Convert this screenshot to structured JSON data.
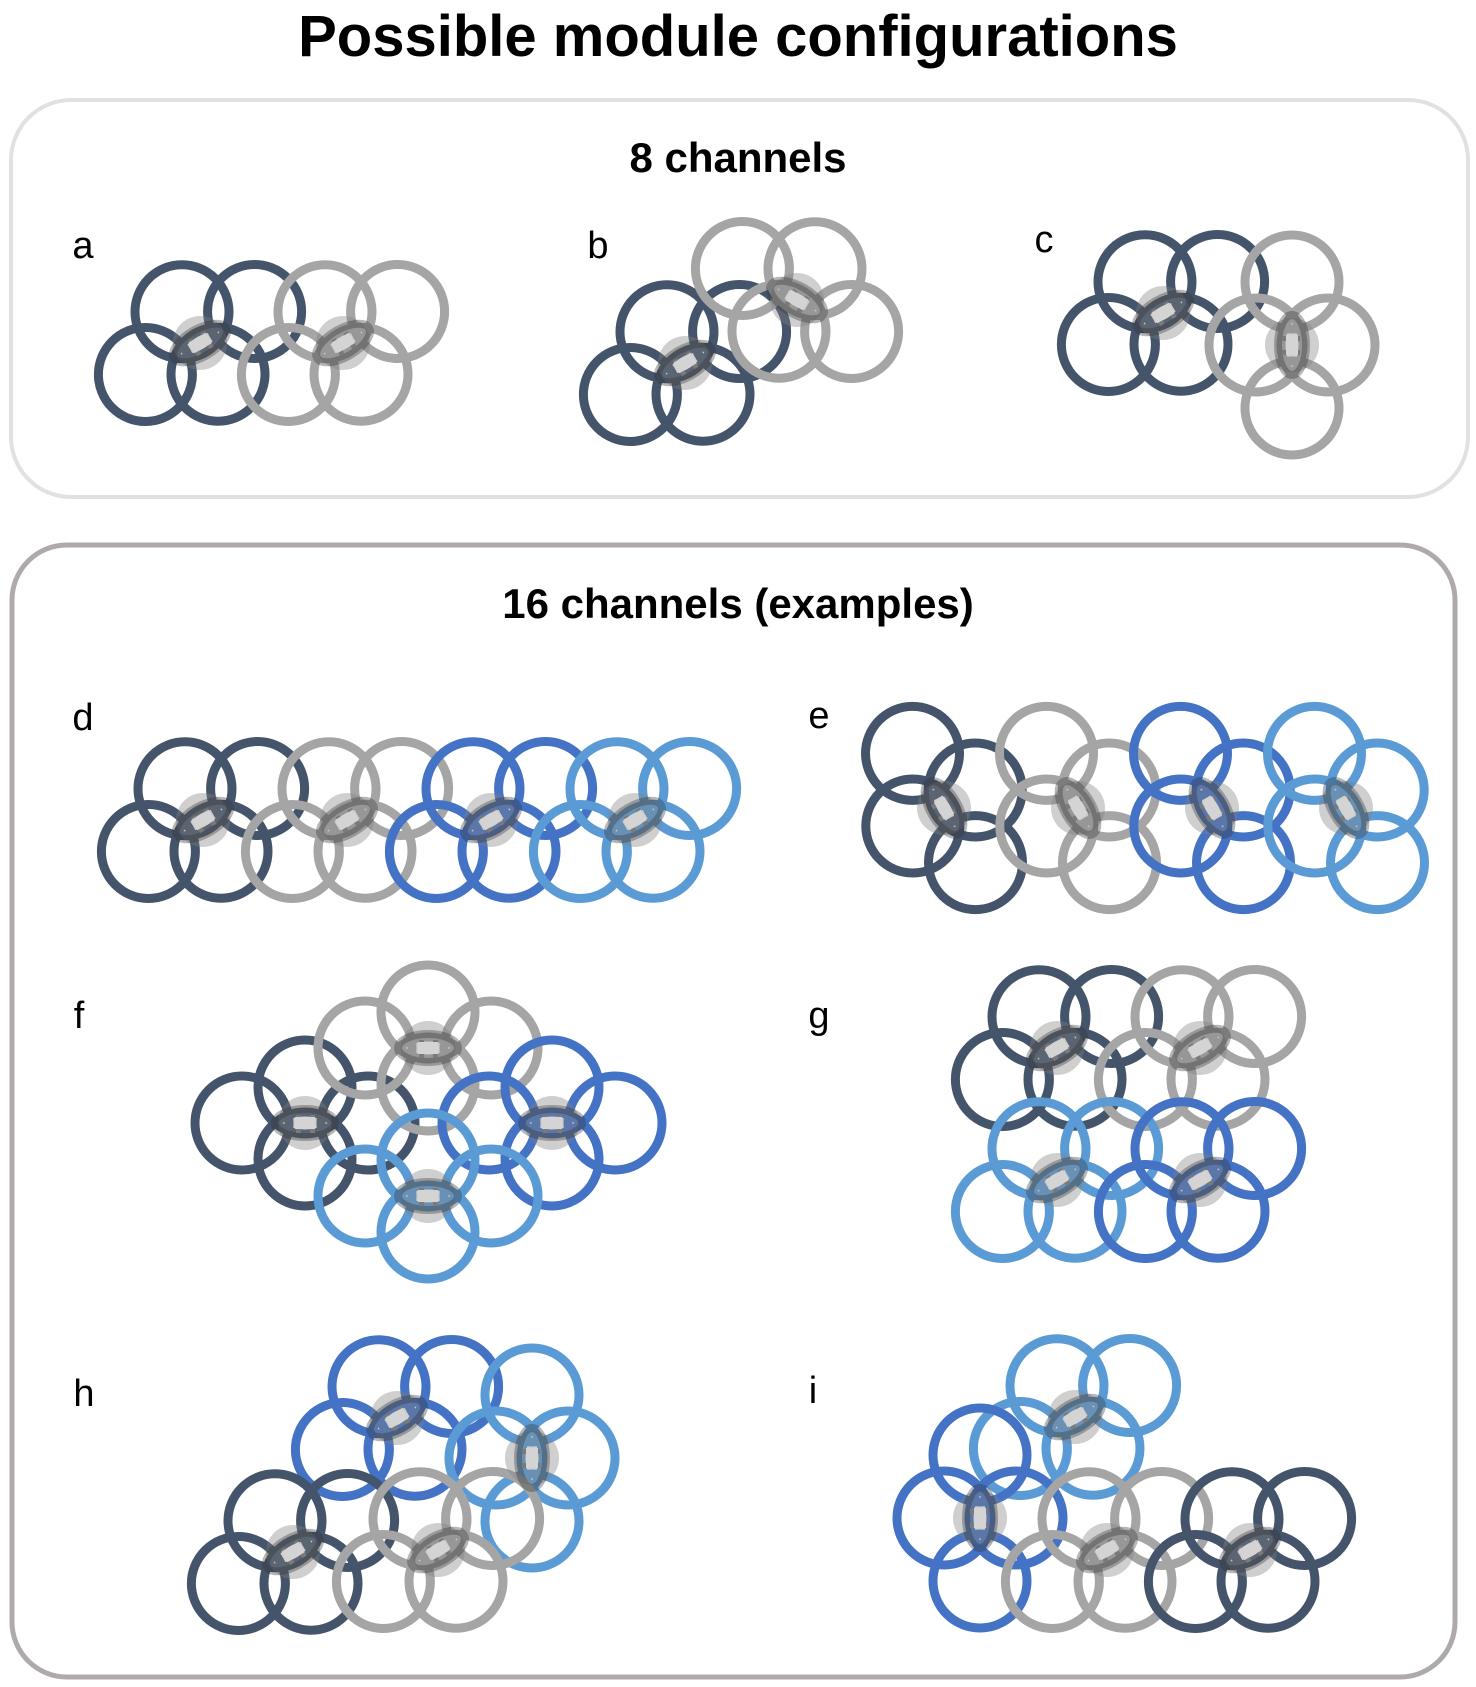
{
  "title": "Possible module configurations",
  "colors": {
    "dark": "#44546A",
    "gray": "#A5A5A5",
    "blue": "#4472C4",
    "lightblue": "#5B9BD5"
  },
  "groups": [
    {
      "id": "eight",
      "title": "8 channels",
      "configs": [
        {
          "label": "a",
          "modules": [
            {
              "color": "dark",
              "angle": -30
            },
            {
              "color": "gray",
              "angle": -30
            }
          ]
        },
        {
          "label": "b",
          "modules": [
            {
              "color": "dark",
              "angle": -30
            },
            {
              "color": "gray",
              "angle": 30
            }
          ]
        },
        {
          "label": "c",
          "modules": [
            {
              "color": "dark",
              "angle": -30
            },
            {
              "color": "gray",
              "angle": 90
            }
          ]
        }
      ]
    },
    {
      "id": "sixteen",
      "title": "16 channels (examples)",
      "configs": [
        {
          "label": "d",
          "modules": [
            {
              "color": "dark",
              "angle": -30
            },
            {
              "color": "gray",
              "angle": -30
            },
            {
              "color": "blue",
              "angle": -30
            },
            {
              "color": "lightblue",
              "angle": -30
            }
          ]
        },
        {
          "label": "e",
          "modules": [
            {
              "color": "dark",
              "angle": 60
            },
            {
              "color": "gray",
              "angle": 60
            },
            {
              "color": "blue",
              "angle": 60
            },
            {
              "color": "lightblue",
              "angle": 60
            }
          ]
        },
        {
          "label": "f",
          "modules": [
            {
              "color": "dark",
              "angle": 0
            },
            {
              "color": "gray",
              "angle": 0
            },
            {
              "color": "blue",
              "angle": 0
            },
            {
              "color": "lightblue",
              "angle": 0
            }
          ]
        },
        {
          "label": "g",
          "modules": [
            {
              "color": "dark",
              "angle": -30
            },
            {
              "color": "gray",
              "angle": -30
            },
            {
              "color": "lightblue",
              "angle": -30
            },
            {
              "color": "blue",
              "angle": -30
            }
          ]
        },
        {
          "label": "h",
          "modules": [
            {
              "color": "blue",
              "angle": -30
            },
            {
              "color": "lightblue",
              "angle": 90
            },
            {
              "color": "dark",
              "angle": -30
            },
            {
              "color": "gray",
              "angle": -30
            }
          ]
        },
        {
          "label": "i",
          "modules": [
            {
              "color": "lightblue",
              "angle": -30
            },
            {
              "color": "blue",
              "angle": 90
            },
            {
              "color": "gray",
              "angle": -30
            },
            {
              "color": "dark",
              "angle": -30
            }
          ]
        }
      ]
    }
  ]
}
